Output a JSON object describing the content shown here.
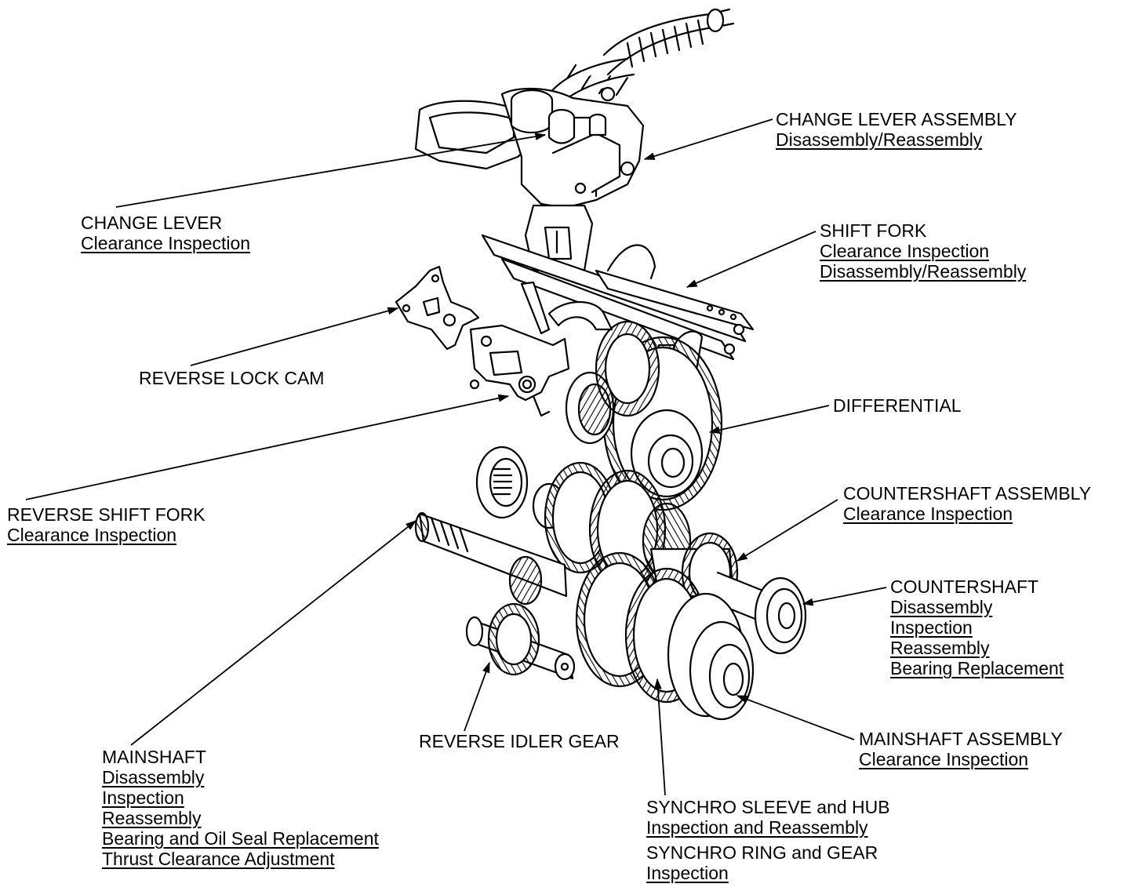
{
  "callouts": {
    "change_lever_assembly": {
      "title": "CHANGE LEVER ASSEMBLY",
      "procedures": [
        "Disassembly/Reassembly"
      ]
    },
    "change_lever": {
      "title": "CHANGE LEVER",
      "procedures": [
        "Clearance Inspection"
      ]
    },
    "shift_fork": {
      "title": "SHIFT FORK",
      "procedures": [
        "Clearance Inspection",
        "Disassembly/Reassembly"
      ]
    },
    "reverse_lock_cam": {
      "title": "REVERSE LOCK CAM"
    },
    "differential": {
      "title": "DIFFERENTIAL"
    },
    "reverse_shift_fork": {
      "title": "REVERSE SHIFT FORK",
      "procedures": [
        "Clearance Inspection"
      ]
    },
    "countershaft_assembly": {
      "title": "COUNTERSHAFT ASSEMBLY",
      "procedures": [
        "Clearance Inspection"
      ]
    },
    "countershaft": {
      "title": "COUNTERSHAFT",
      "procedures": [
        "Disassembly",
        "Inspection",
        "Reassembly",
        "Bearing Replacement"
      ]
    },
    "mainshaft_assembly": {
      "title": "MAINSHAFT ASSEMBLY",
      "procedures": [
        "Clearance Inspection"
      ]
    },
    "reverse_idler_gear": {
      "title": "REVERSE IDLER GEAR"
    },
    "mainshaft": {
      "title": "MAINSHAFT",
      "procedures": [
        "Disassembly",
        "Inspection",
        "Reassembly",
        "Bearing and Oil Seal Replacement",
        "Thrust Clearance Adjustment"
      ]
    },
    "synchro_sleeve_hub": {
      "title": "SYNCHRO SLEEVE and HUB",
      "procedures": [
        "Inspection and Reassembly"
      ]
    },
    "synchro_ring_gear": {
      "title": "SYNCHRO RING and GEAR",
      "procedures": [
        "Inspection"
      ]
    }
  }
}
